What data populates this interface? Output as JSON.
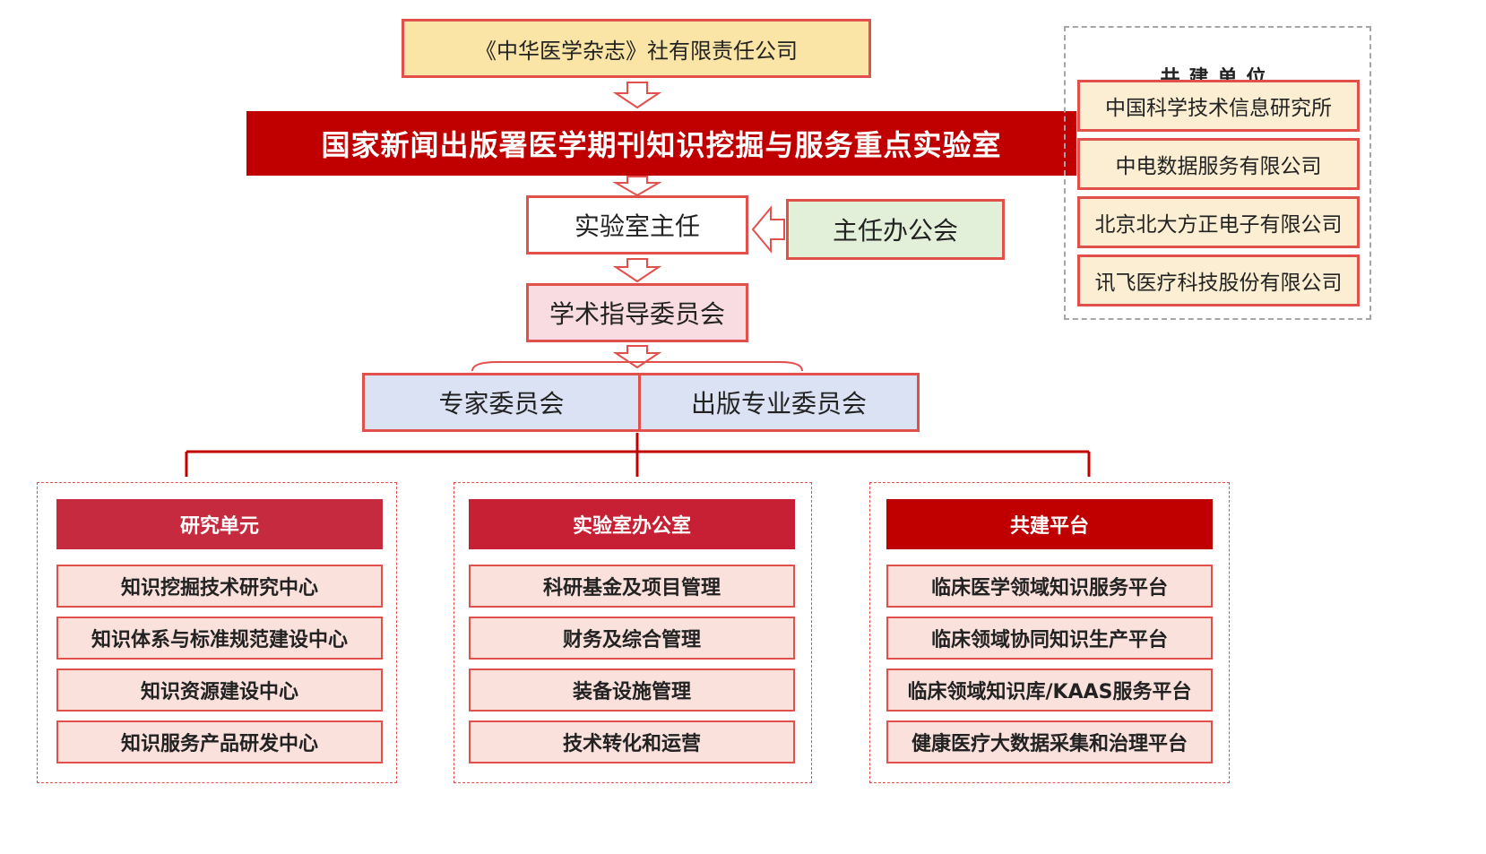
{
  "publisher": "《中华医学杂志》社有限责任公司",
  "lab": "国家新闻出版署医学期刊知识挖掘与服务重点实验室",
  "director": "实验室主任",
  "director_office": "主任办公会",
  "academic_committee": "学术指导委员会",
  "committees": [
    "专家委员会",
    "出版专业委员会"
  ],
  "cobuild": {
    "title": "共建单位",
    "items": [
      "中国科学技术信息研究所",
      "中电数据服务有限公司",
      "北京北大方正电子有限公司",
      "讯飞医疗科技股份有限公司"
    ]
  },
  "sections": [
    {
      "title": "研究单元",
      "items": [
        "知识挖掘技术研究中心",
        "知识体系与标准规范建设中心",
        "知识资源建设中心",
        "知识服务产品研发中心"
      ]
    },
    {
      "title": "实验室办公室",
      "items": [
        "科研基金及项目管理",
        "财务及综合管理",
        "装备设施管理",
        "技术转化和运营"
      ]
    },
    {
      "title": "共建平台",
      "items": [
        "临床医学领域知识服务平台",
        "临床领域协同知识生产平台",
        "临床领域知识库/KAAS服务平台",
        "健康医疗大数据采集和治理平台"
      ]
    }
  ],
  "colors": {
    "primary_red": "#c00000",
    "border_red": "#e2504c",
    "section_head_1": "#c62a3e",
    "section_head_2": "#c71f33",
    "section_head_3": "#c00000"
  }
}
